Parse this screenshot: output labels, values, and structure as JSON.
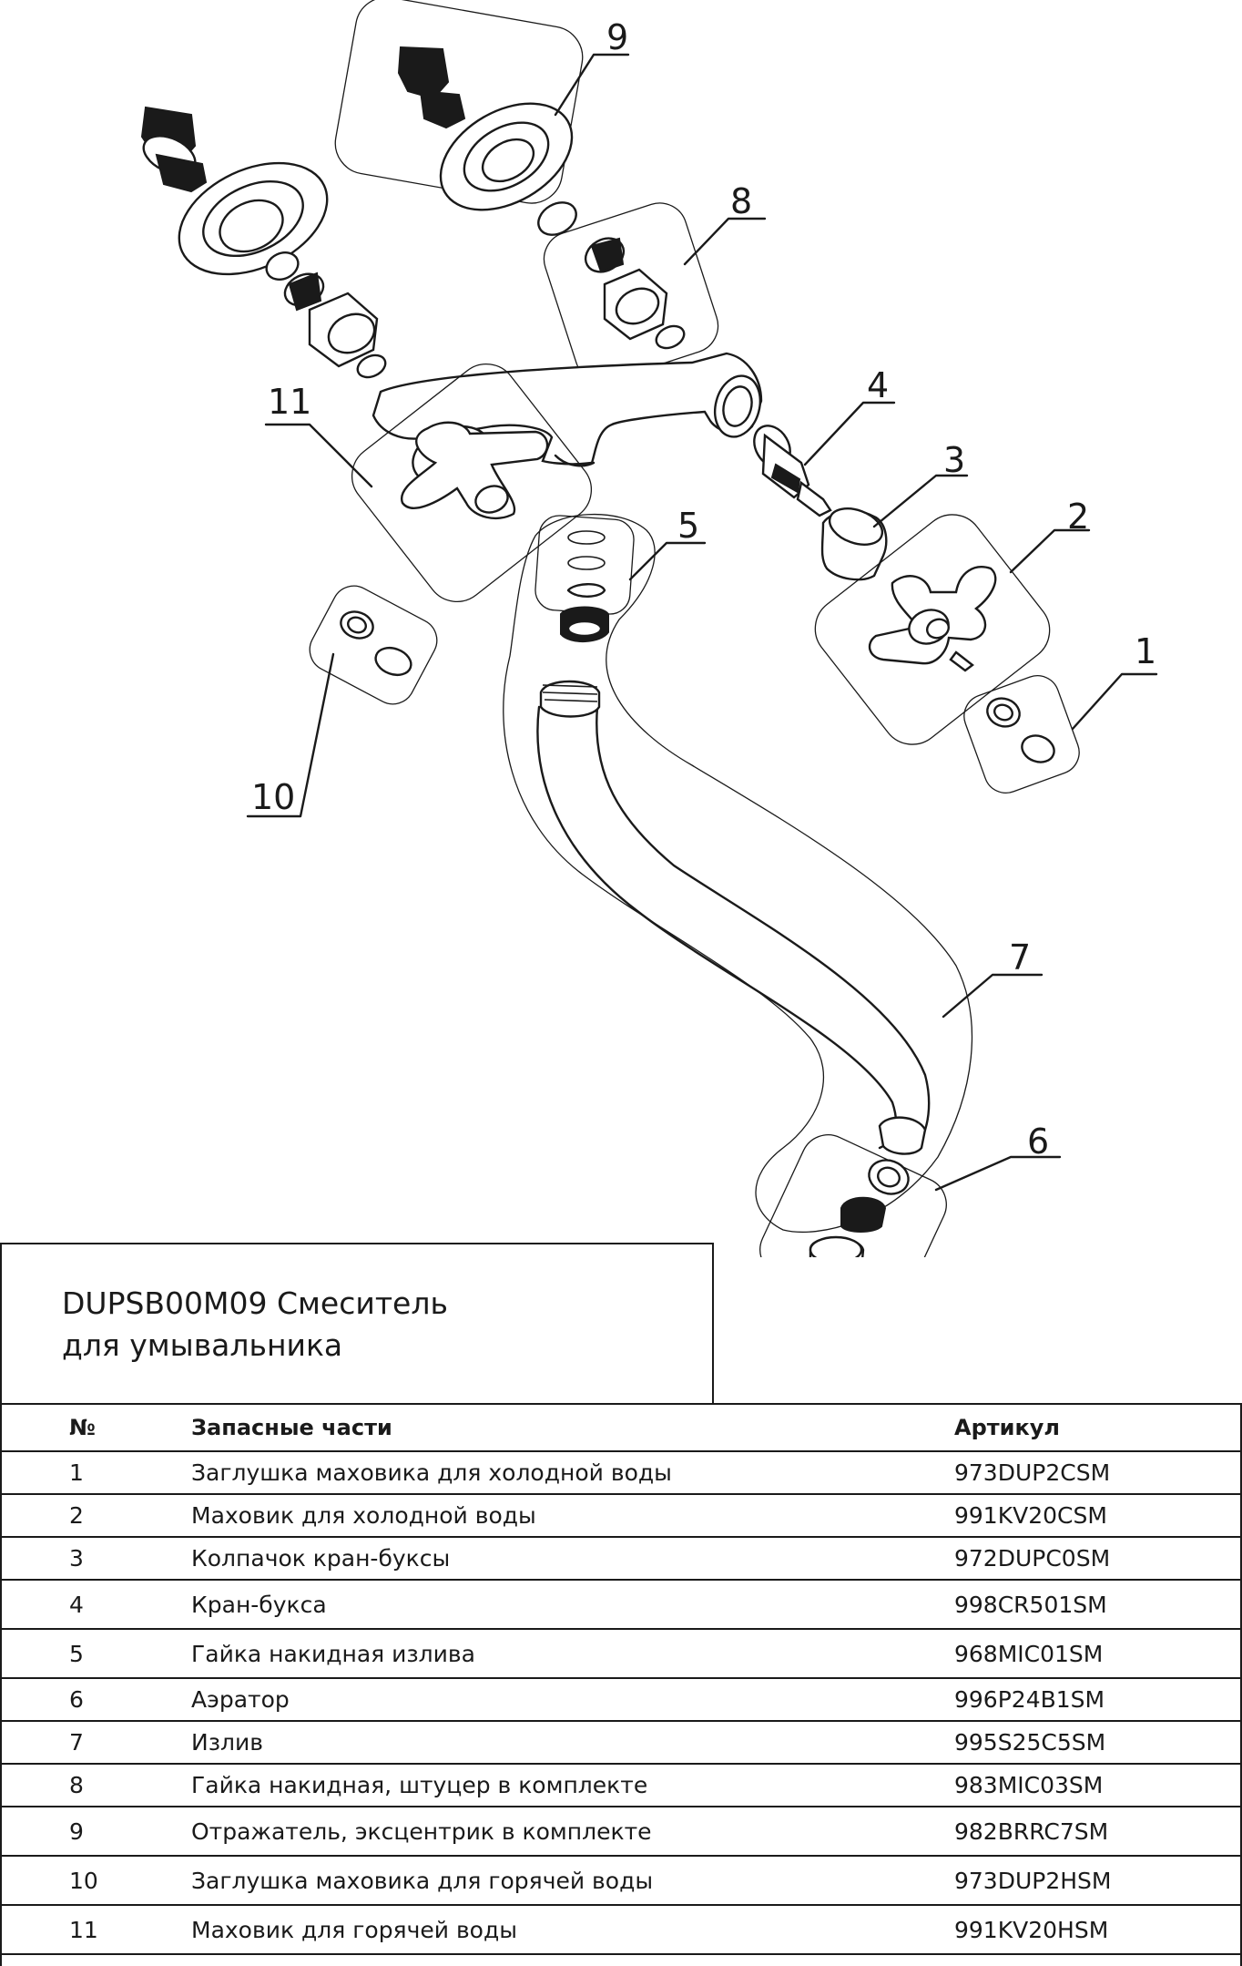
{
  "callouts": [
    "1",
    "2",
    "3",
    "4",
    "5",
    "6",
    "7",
    "8",
    "9",
    "10",
    "11"
  ],
  "title": "DUPSB00M09 Смеситель\nдля умывальника",
  "table": {
    "headers": {
      "num": "№",
      "name": "Запасные части",
      "article": "Артикул"
    },
    "rows": [
      {
        "num": "1",
        "name": "Заглушка маховика для холодной воды",
        "article": "973DUP2CSM"
      },
      {
        "num": "2",
        "name": "Маховик для холодной воды",
        "article": "991KV20CSM"
      },
      {
        "num": "3",
        "name": "Колпачок кран-буксы",
        "article": "972DUPC0SM"
      },
      {
        "num": "4",
        "name": "Кран-букса",
        "article": "998CR501SM"
      },
      {
        "num": "5",
        "name": "Гайка накидная излива",
        "article": "968MIC01SM"
      },
      {
        "num": "6",
        "name": "Аэратор",
        "article": "996P24B1SM"
      },
      {
        "num": "7",
        "name": "Излив",
        "article": "995S25C5SM"
      },
      {
        "num": "8",
        "name": "Гайка накидная, штуцер в комплекте",
        "article": "983MIC03SM"
      },
      {
        "num": "9",
        "name": "Отражатель, эксцентрик в комплекте",
        "article": "982BRRC7SM"
      },
      {
        "num": "10",
        "name": "Заглушка маховика для горячей воды",
        "article": "973DUP2HSM"
      },
      {
        "num": "11",
        "name": "Маховик для горячей воды",
        "article": "991KV20HSM"
      }
    ]
  }
}
